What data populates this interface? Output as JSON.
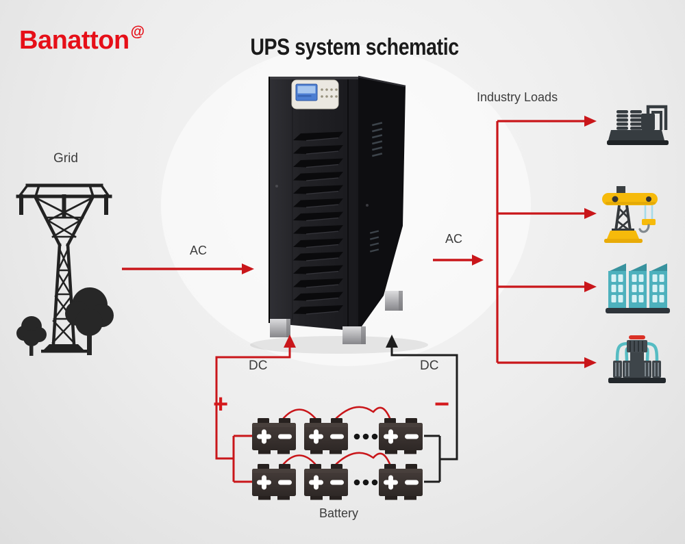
{
  "brand": {
    "name": "Banatton",
    "mark": "@"
  },
  "title": "UPS system schematic",
  "grid": {
    "label": "Grid"
  },
  "flow": {
    "ac_input": "AC",
    "ac_output": "AC",
    "dc_left": "DC",
    "dc_right": "DC"
  },
  "battery": {
    "label": "Battery",
    "plus": "+",
    "minus": "−",
    "rows": 2,
    "cells_shown_per_row": 3,
    "series_connection": "red jumper arcs, ellipsis dots between 2nd and 3rd cell"
  },
  "loads": {
    "label": "Industry Loads",
    "items": [
      {
        "name": "oil-refinery"
      },
      {
        "name": "construction-crane"
      },
      {
        "name": "factory-buildings"
      },
      {
        "name": "processing-plant"
      }
    ]
  },
  "colors": {
    "brand_red": "#e60f18",
    "wire_red": "#c9161a",
    "wire_black": "#1d1d1d",
    "background": "#ededed",
    "ups_body": "#1d1d21",
    "crane_yellow": "#f6ba0b",
    "icon_teal": "#4db1bd",
    "battery_body": "#39322f",
    "lcd_blue": "#4c7ed2"
  }
}
